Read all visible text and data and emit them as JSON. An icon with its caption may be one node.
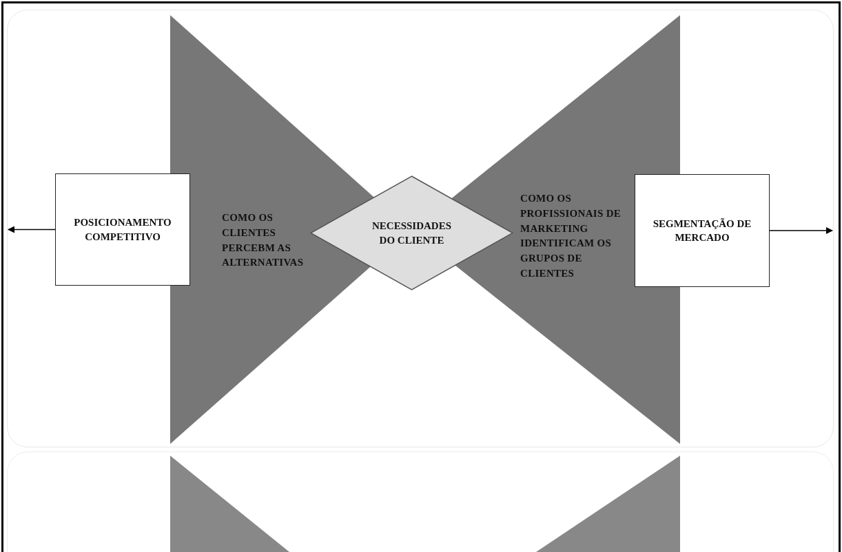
{
  "diagram": {
    "nodes": [
      {
        "text": [
          "POSICIONAMENTO COMPETITIVO"
        ]
      },
      {
        "text": [
          "NECESSIDADES DO CLIENTE"
        ]
      },
      {
        "text": [
          "SEGMENTAÇÃO DE MERCADO"
        ]
      }
    ],
    "edges": [
      {
        "from": 0,
        "to": null,
        "arrow": "to"
      },
      {
        "from": 2,
        "to": null,
        "arrow": "to"
      }
    ],
    "labels": [
      "COMO OS CLIENTES PERCEBM AS ALTERNATIVAS",
      "COMO OS PROFISSIONAIS DE MARKETING IDENTIFICAM OS GRUPOS DE CLIENTES"
    ]
  }
}
